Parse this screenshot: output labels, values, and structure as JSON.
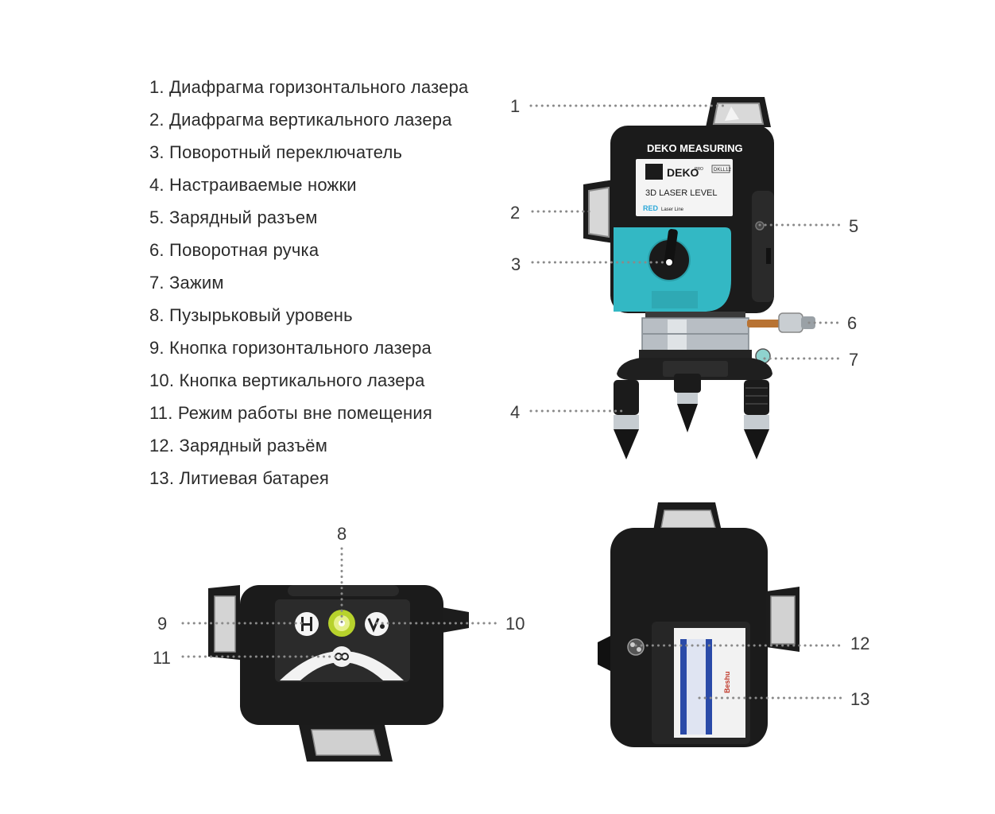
{
  "legend": [
    "1. Диафрагма горизонтального лазера",
    "2. Диафрагма вертикального лазера",
    "3. Поворотный переключатель",
    "4. Настраиваемые ножки",
    "5. Зарядный разъем",
    "6. Поворотная ручка",
    "7. Зажим",
    "8. Пузырьковый уровень",
    "9. Кнопка горизонтального лазера",
    "10. Кнопка вертикального лазера",
    "11. Режим работы вне помещения",
    "12. Зарядный разъём",
    "13. Литиевая батарея"
  ],
  "callouts": [
    "1",
    "2",
    "3",
    "4",
    "5",
    "6",
    "7",
    "8",
    "9",
    "10",
    "11",
    "12",
    "13"
  ],
  "device_text": {
    "brand_header": "DEKO MEASURING",
    "logo": "DEKO",
    "logo_sup": "PRO",
    "model_badge": "DKLL12",
    "product": "3D LASER LEVEL",
    "laser_color": "RED",
    "laser_line": "Laser Line",
    "battery_brand": "Beshu"
  },
  "colors": {
    "accent": "#33b8c4",
    "body": "#1b1b1b",
    "dots": "#8a8a8a"
  }
}
